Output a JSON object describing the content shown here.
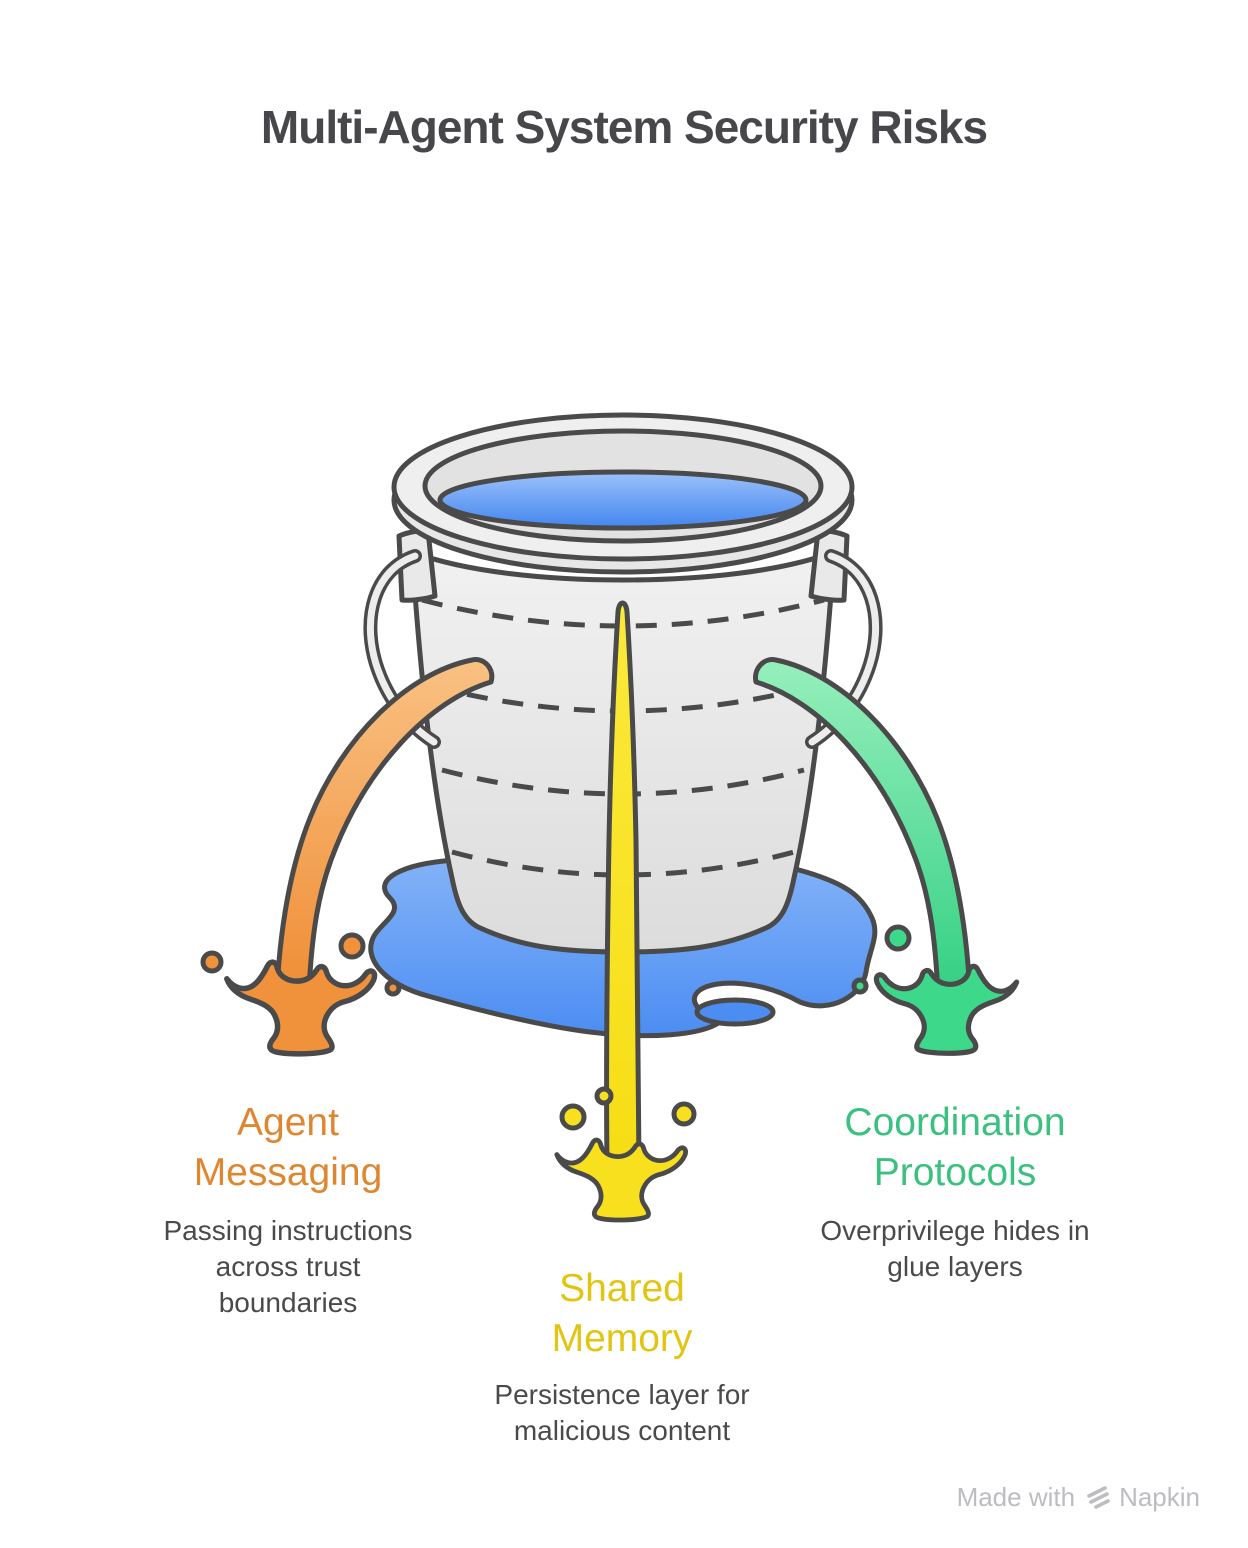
{
  "title": "Multi-Agent System Security Risks",
  "diagram": {
    "type": "leaking-bucket-metaphor",
    "bucket": {
      "body_color": "#E7E7E7",
      "outline_color": "#4A4A4A",
      "water_color_top": "#9CC1FA",
      "water_color_bottom": "#4386EF",
      "puddle_color": "#4C8DF2"
    },
    "leaks": [
      {
        "name": "Agent Messaging",
        "description": "Passing instructions across trust boundaries",
        "accent_color": "#DF8730",
        "stream_color": "#F0913C",
        "position": "left"
      },
      {
        "name": "Shared Memory",
        "description": "Persistence layer for malicious content",
        "accent_color": "#E2C513",
        "stream_color": "#F8E01F",
        "position": "center"
      },
      {
        "name": "Coordination Protocols",
        "description": "Overprivilege hides in glue layers",
        "accent_color": "#3AC17F",
        "stream_color": "#3ED88B",
        "position": "right"
      }
    ]
  },
  "watermark": {
    "prefix": "Made with",
    "brand": "Napkin"
  }
}
